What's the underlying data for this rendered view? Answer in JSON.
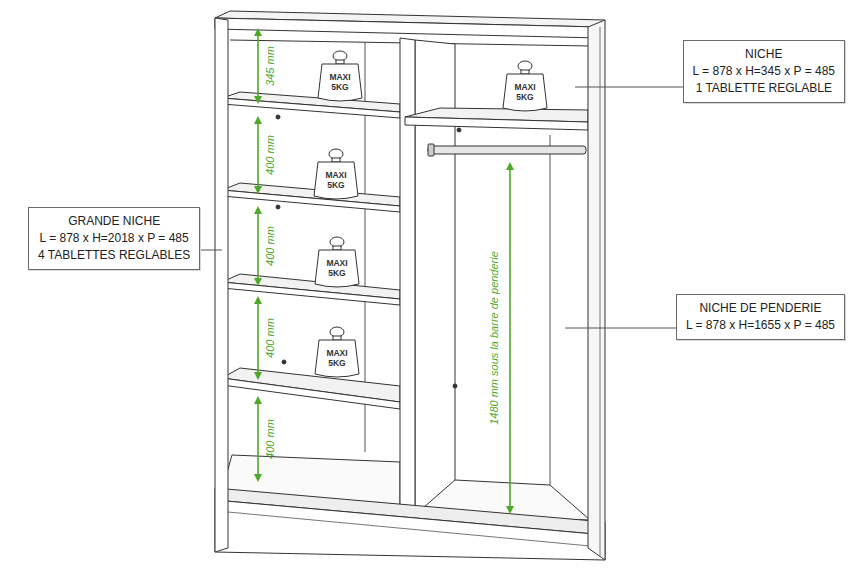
{
  "diagram": {
    "nodes": [
      {
        "text": [
          "GRANDE NICHE",
          "L = 878 x H=2018 x P = 485",
          "4 TABLETTES REGLABLES"
        ]
      },
      {
        "text": [
          "NICHE",
          "L = 878 x H=345 x P = 485",
          "1 TABLETTE REGLABLE"
        ]
      },
      {
        "text": [
          "NICHE DE PENDERIE",
          "L = 878 x H=1655 x P = 485"
        ]
      }
    ],
    "labels": [
      "345 mm",
      "400 mm",
      "400 mm",
      "400 mm",
      "400 mm",
      "1480 mm sous la barre de penderie",
      "MAXI",
      "5KG",
      "MAXI",
      "5KG",
      "MAXI",
      "5KG",
      "MAXI",
      "5KG",
      "MAXI",
      "5KG"
    ]
  }
}
